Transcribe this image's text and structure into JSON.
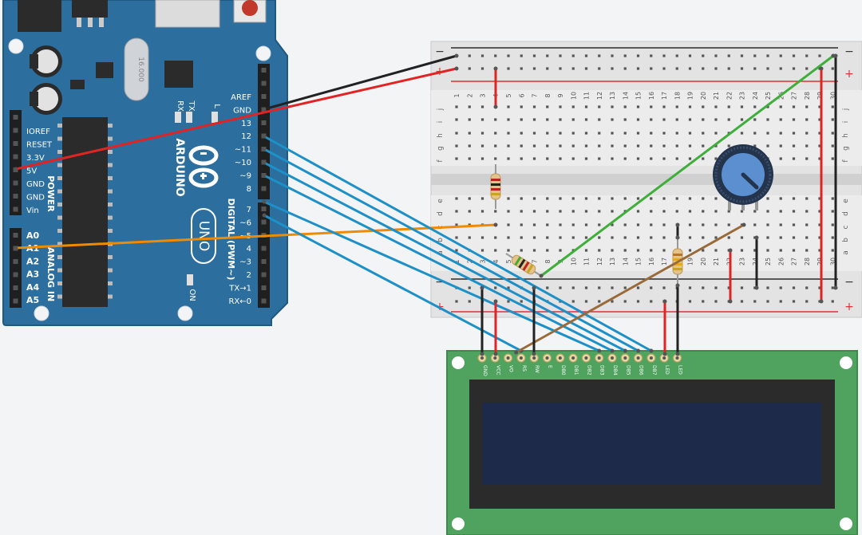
{
  "arduino": {
    "brand": "ARDUINO",
    "model": "UNO",
    "crystal": "16.000",
    "led_labels": [
      "RX",
      "TX",
      "L"
    ],
    "on_label": "ON",
    "power_header_title": "POWER",
    "power_pins": [
      "IOREF",
      "RESET",
      "3.3V",
      "5V",
      "GND",
      "GND",
      "Vin"
    ],
    "analog_header_title": "ANALOG IN",
    "analog_pins": [
      "A0",
      "A1",
      "A2",
      "A3",
      "A4",
      "A5"
    ],
    "digital_header_title": "DIGITAL (PWM~)",
    "digital_upper": [
      "AREF",
      "GND",
      "13",
      "12",
      "~11",
      "~10",
      "~9",
      "8"
    ],
    "digital_lower": [
      "7",
      "~6",
      "~5",
      "4",
      "~3",
      "2",
      "TX→1",
      "RX←0"
    ]
  },
  "breadboard": {
    "columns": [
      "1",
      "2",
      "3",
      "4",
      "5",
      "6",
      "7",
      "8",
      "9",
      "10",
      "11",
      "12",
      "13",
      "14",
      "15",
      "16",
      "17",
      "18",
      "19",
      "20",
      "21",
      "22",
      "23",
      "24",
      "25",
      "26",
      "27",
      "28",
      "29",
      "30"
    ],
    "rows_top": [
      "j",
      "i",
      "h",
      "g",
      "f"
    ],
    "rows_bottom": [
      "e",
      "d",
      "c",
      "b",
      "a"
    ],
    "rail_minus": "−",
    "rail_plus": "+"
  },
  "lcd": {
    "pins": [
      "GND",
      "VCC",
      "VO",
      "RS",
      "RW",
      "E",
      "DB0",
      "DB1",
      "DB2",
      "DB3",
      "DB4",
      "DB5",
      "DB6",
      "DB7",
      "LED",
      "LED"
    ]
  },
  "colors": {
    "arduino_board": "#2c6e9e",
    "lcd_board": "#4fa35f",
    "lcd_screen": "#1d2a4a",
    "wire_black": "#222222",
    "wire_red": "#e02424",
    "wire_blue": "#1e90c8",
    "wire_green": "#3fae3a",
    "wire_orange": "#f08a00",
    "wire_brown": "#9a6b3a"
  }
}
